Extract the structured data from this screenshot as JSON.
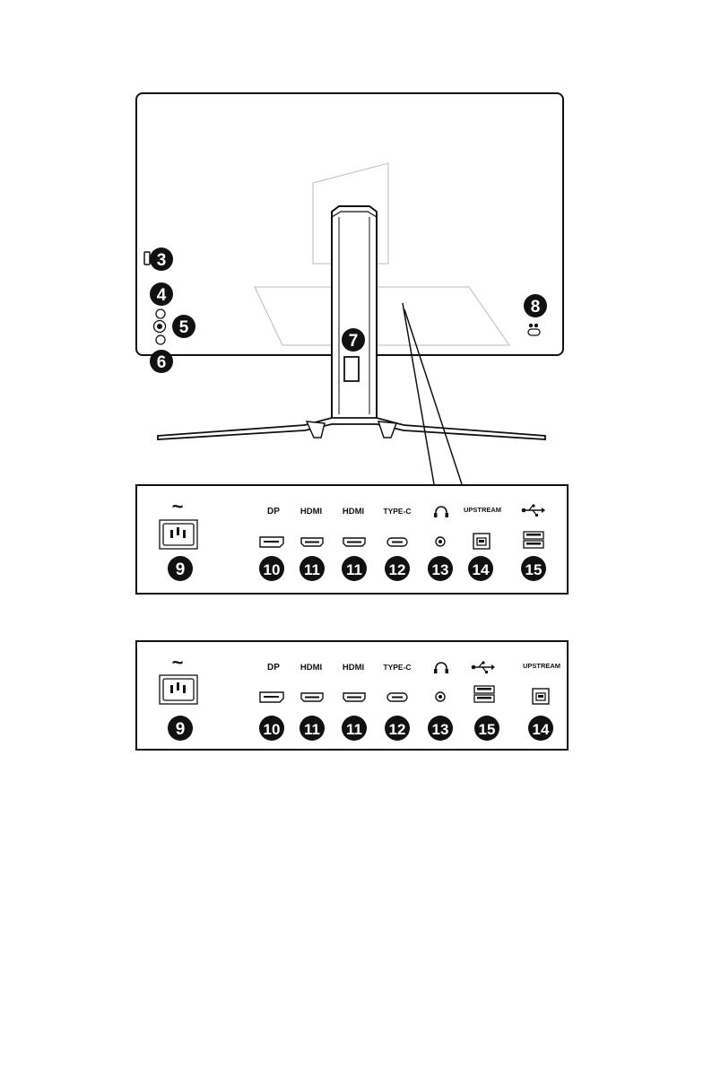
{
  "monitor": {
    "callouts": [
      "3",
      "4",
      "5",
      "6",
      "7",
      "8"
    ]
  },
  "panel_a": {
    "power_symbol": "~",
    "labels": {
      "dp": "DP",
      "hdmi1": "HDMI",
      "hdmi2": "HDMI",
      "typec": "TYPE-C",
      "upstream": "UPSTREAM"
    },
    "badges": [
      "9",
      "10",
      "11",
      "11",
      "12",
      "13",
      "14",
      "15"
    ]
  },
  "panel_b": {
    "power_symbol": "~",
    "labels": {
      "dp": "DP",
      "hdmi1": "HDMI",
      "hdmi2": "HDMI",
      "typec": "TYPE-C",
      "upstream": "UPSTREAM"
    },
    "badges": [
      "9",
      "10",
      "11",
      "11",
      "12",
      "13",
      "15",
      "14"
    ]
  },
  "icons": {
    "headphone": "headphone-icon",
    "usb": "usb-icon",
    "lock": "kensington-lock-icon"
  }
}
